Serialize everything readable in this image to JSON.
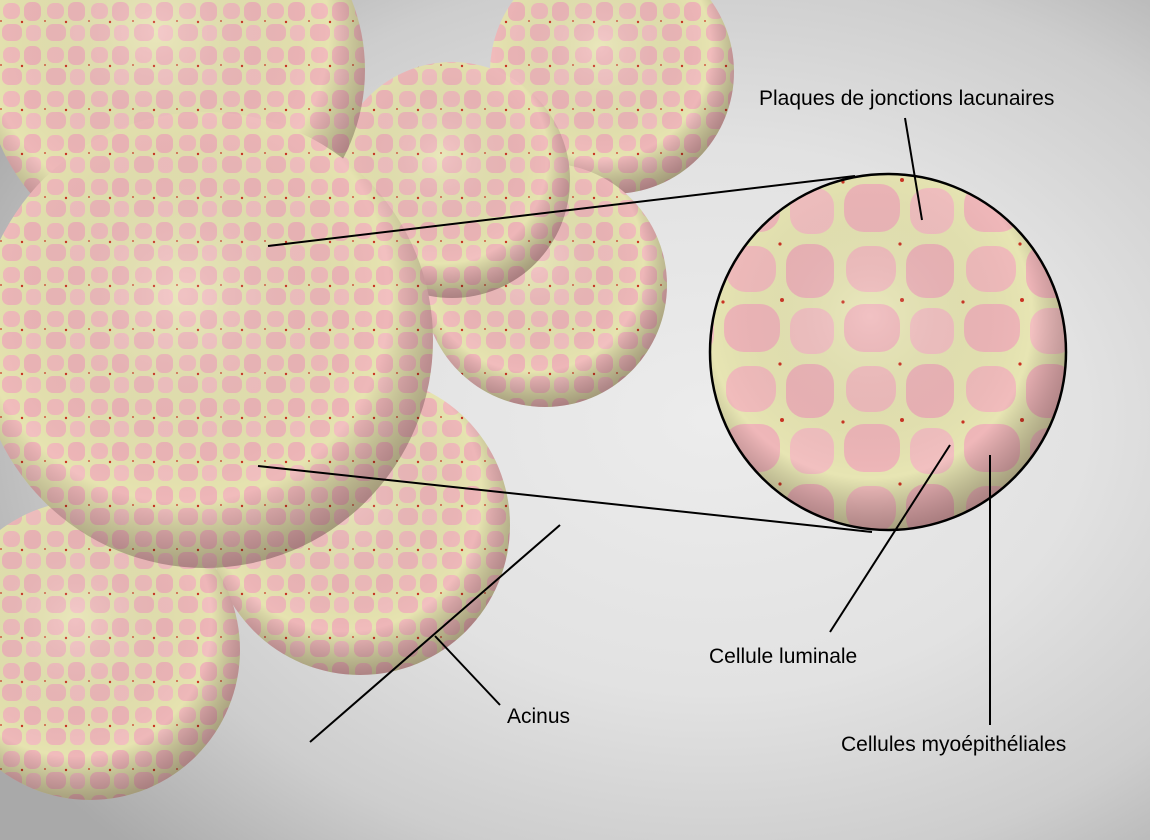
{
  "labels": {
    "gap_junction_plaques": "Plaques de jonctions lacunaires",
    "luminal_cell": "Cellule luminale",
    "myoepithelial_cells": "Cellules myoépithéliales",
    "acinus": "Acinus"
  },
  "colors": {
    "background_outer": "#a8a8a8",
    "background_inner": "#e6e6e6",
    "cell_pink": "#f2bcbc",
    "myoepithelial_yellow": "#e8e6b4",
    "junction_red": "#cc3322",
    "leader_line": "#000000"
  }
}
